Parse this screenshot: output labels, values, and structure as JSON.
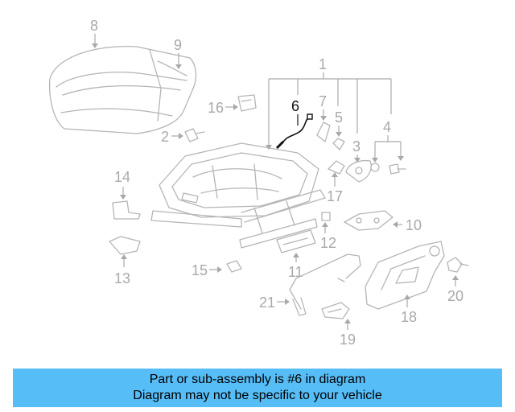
{
  "callouts": [
    "1",
    "2",
    "3",
    "4",
    "5",
    "6",
    "7",
    "8",
    "9",
    "10",
    "11",
    "12",
    "13",
    "14",
    "15",
    "16",
    "17",
    "18",
    "19",
    "20",
    "21"
  ],
  "highlighted_part": "6",
  "highlight_color": "#111111",
  "callout_color": "#a9a9a9",
  "banner": {
    "line1": "Part or sub-assembly is #6 in diagram",
    "line2": "Diagram may not be specific to your vehicle",
    "background": "#56bdf7"
  }
}
